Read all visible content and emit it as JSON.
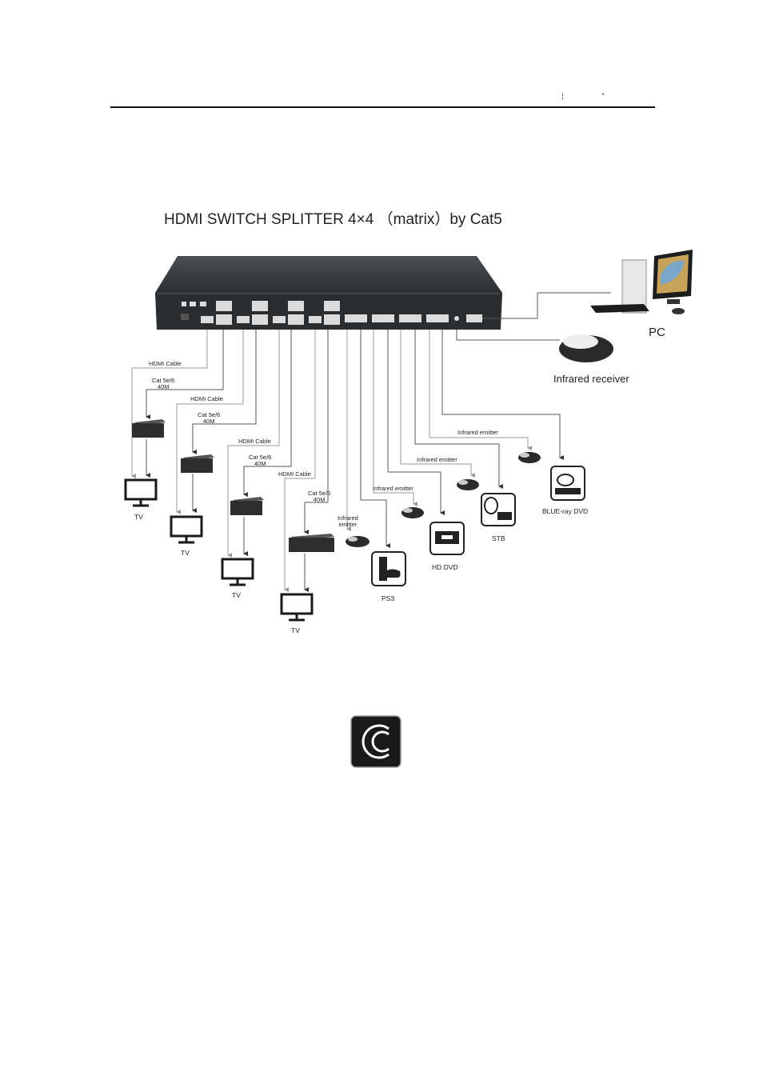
{
  "header": {
    "mark_left": "¦",
    "mark_right": "\""
  },
  "title": "HDMI SWITCH SPLITTER 4×4 （matrix）by Cat5",
  "labels": {
    "hdmi_cable": "HDMI Cable",
    "hdmi_cable_alt": "HDMI Cable",
    "cat_cable": "Cat 5e/6",
    "cat_length": "40M",
    "infrared_emitter": "Infrared emitter",
    "infrared_emitter_split_1": "Infrared",
    "infrared_emitter_split_2": "emitter",
    "infrared_receiver": "Infrared receiver",
    "pc": "PC"
  },
  "outputs": [
    {
      "device": "TV"
    },
    {
      "device": "TV"
    },
    {
      "device": "TV"
    },
    {
      "device": "TV"
    }
  ],
  "sources": [
    {
      "device": "PS3"
    },
    {
      "device": "HD DVD"
    },
    {
      "device": "STB"
    },
    {
      "device": "BLUE-ray DVD"
    }
  ],
  "colors": {
    "device_body": "#2b2e30",
    "line": "#999999",
    "arrow": "#333333",
    "logo_bg": "#1a1a1a"
  }
}
